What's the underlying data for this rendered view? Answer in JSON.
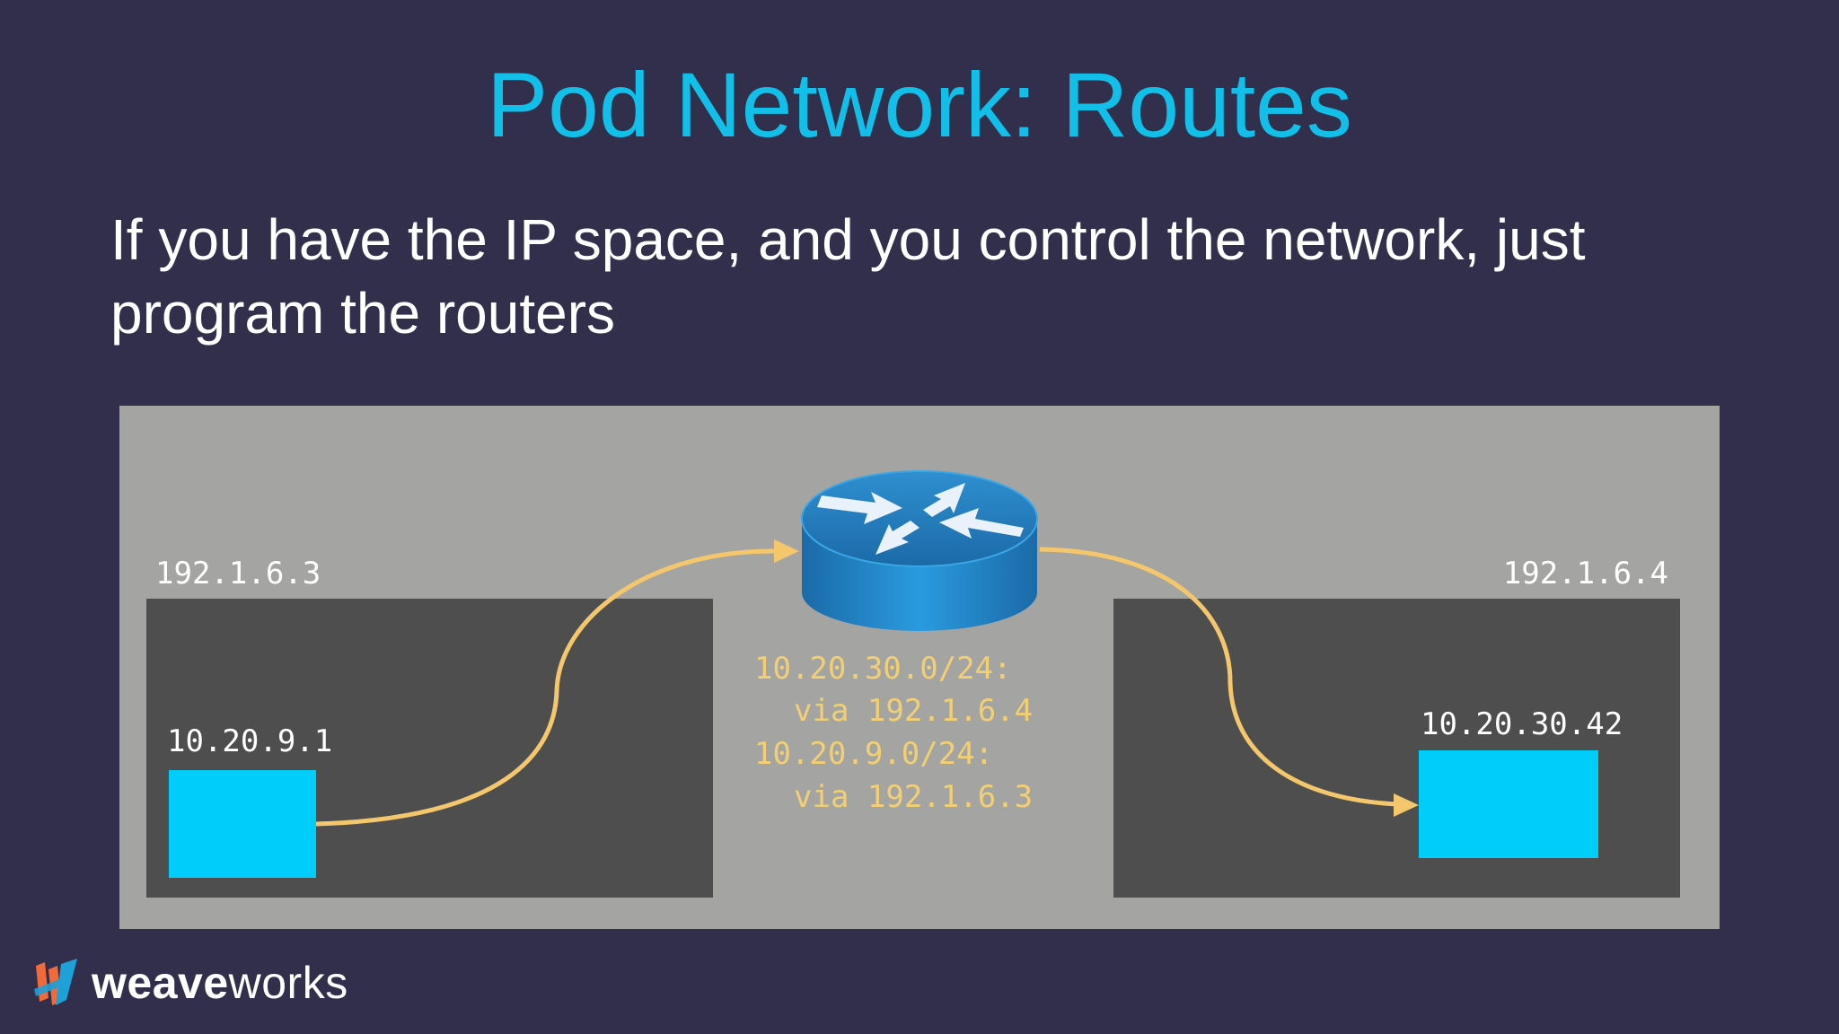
{
  "slide": {
    "title": "Pod Network: Routes",
    "subtitle": "If you have the IP space, and you control the network, just program the routers"
  },
  "diagram": {
    "left_host": {
      "ip": "192.1.6.3",
      "pod_ip": "10.20.9.1"
    },
    "right_host": {
      "ip": "192.1.6.4",
      "pod_ip": "10.20.30.42"
    },
    "router": {
      "icon": "router-icon",
      "routes": [
        {
          "destination": "10.20.30.0/24:",
          "via": "via 192.1.6.4"
        },
        {
          "destination": "10.20.9.0/24:",
          "via": "via 192.1.6.3"
        }
      ]
    },
    "colors": {
      "background": "#312f4b",
      "network_area": "#a4a5a3",
      "host_box": "#4e4e4e",
      "pod": "#00cdf9",
      "route_text": "#f2cf72",
      "arrow": "#f5c76c",
      "title": "#11bfe9",
      "router_blue": "#1d7fc1"
    }
  },
  "brand": {
    "name_bold": "weave",
    "name_light": "works",
    "logo_icon": "weaveworks-logo-icon"
  }
}
